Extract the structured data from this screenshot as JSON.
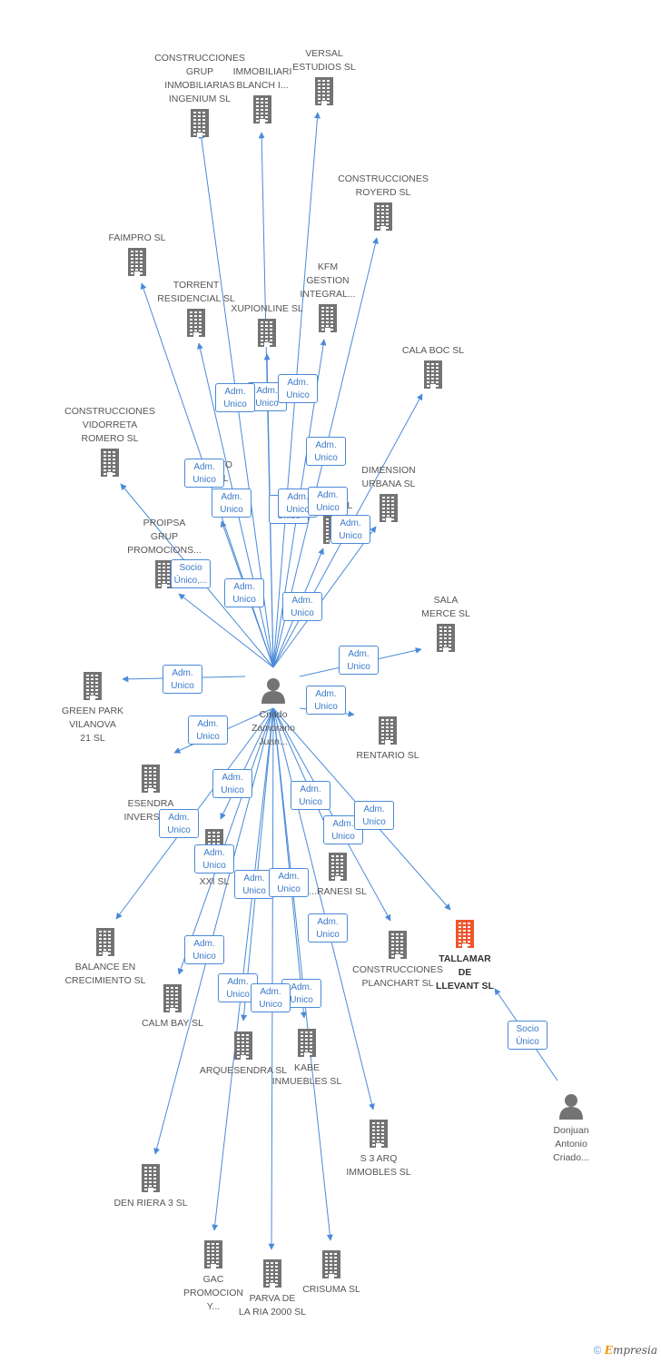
{
  "colors": {
    "edge": "#4a8ad8",
    "building": "#737373",
    "building_highlight": "#f0552c",
    "person": "#737373",
    "label": "#555555",
    "edge_label": "#3a79c9"
  },
  "footer": {
    "copyright": "©",
    "brand_first": "E",
    "brand_rest": "mpresia"
  },
  "nodes": [
    {
      "id": "center",
      "type": "person",
      "label": "Criado\nZamorano\nJuan..."
    },
    {
      "id": "donjuan",
      "type": "person",
      "label": "Donjuan\nAntonio\nCriado..."
    },
    {
      "id": "tallamar",
      "type": "company",
      "highlight": true,
      "label": "TALLAMAR\nDE\nLLEVANT SL"
    },
    {
      "id": "c_grup",
      "type": "company",
      "label": "CONSTRUCCIONES GRUP\nINMOBILIARIAS\nINGENIUM SL"
    },
    {
      "id": "immob",
      "type": "company",
      "label": "IMMOBILIARI\nBLANCH I..."
    },
    {
      "id": "versal",
      "type": "company",
      "label": "VERSAL\nESTUDIOS SL"
    },
    {
      "id": "royerd",
      "type": "company",
      "label": "CONSTRUCCIONES\nROYERD SL"
    },
    {
      "id": "faimpro",
      "type": "company",
      "label": "FAIMPRO SL"
    },
    {
      "id": "torrent",
      "type": "company",
      "label": "TORRENT\nRESIDENCIAL SL"
    },
    {
      "id": "xupion",
      "type": "company",
      "label": "XUPIONLINE SL"
    },
    {
      "id": "kfm",
      "type": "company",
      "label": "KFM\nGESTION\nINTEGRAL..."
    },
    {
      "id": "calaboc",
      "type": "company",
      "label": "CALA BOC SL"
    },
    {
      "id": "vidorreta",
      "type": "company",
      "label": "CONSTRUCCIONES\nVIDORRETA\nROMERO SL"
    },
    {
      "id": "nto",
      "type": "company",
      "label": "NTO\nSL"
    },
    {
      "id": "dimension",
      "type": "company",
      "label": "DIMENSION\nURBANA SL"
    },
    {
      "id": "da33",
      "type": "company",
      "label": "DA 33 SL"
    },
    {
      "id": "proipsa",
      "type": "company",
      "label": "PROIPSA\nGRUP\nPROMOCIONS..."
    },
    {
      "id": "sala",
      "type": "company",
      "label": "SALA\nMERCE SL"
    },
    {
      "id": "green",
      "type": "company",
      "label": "GREEN PARK\nVILANOVA\n21 SL"
    },
    {
      "id": "rentario",
      "type": "company",
      "label": "RENTARIO SL"
    },
    {
      "id": "esendra",
      "type": "company",
      "label": "ESENDRA\nINVERSIO..."
    },
    {
      "id": "pr_xxi",
      "type": "company",
      "label": "PR...\nXXI SL"
    },
    {
      "id": "ranesi",
      "type": "company",
      "label": "...RANESI SL"
    },
    {
      "id": "balance",
      "type": "company",
      "label": "BALANCE EN\nCRECIMIENTO SL"
    },
    {
      "id": "planchart",
      "type": "company",
      "label": "CONSTRUCCIONES\nPLANCHART SL"
    },
    {
      "id": "calmbay",
      "type": "company",
      "label": "CALM BAY SL"
    },
    {
      "id": "arquesendra",
      "type": "company",
      "label": "ARQUESENDRA SL"
    },
    {
      "id": "kabe",
      "type": "company",
      "label": "KABE\nINMUEBLES SL"
    },
    {
      "id": "s3arq",
      "type": "company",
      "label": "S 3 ARQ\nIMMOBLES SL"
    },
    {
      "id": "denriera",
      "type": "company",
      "label": "DEN RIERA 3 SL"
    },
    {
      "id": "gac",
      "type": "company",
      "label": "GAC\nPROMOCION\nY..."
    },
    {
      "id": "parva",
      "type": "company",
      "label": "PARVA DE\nLA RIA 2000 SL"
    },
    {
      "id": "crisuma",
      "type": "company",
      "label": "CRISUMA SL"
    }
  ],
  "edges": [
    {
      "from": "center",
      "to": "c_grup",
      "label": ""
    },
    {
      "from": "center",
      "to": "immob",
      "label": "Adm.\nUnico"
    },
    {
      "from": "center",
      "to": "versal",
      "label": "Adm.\nUnico"
    },
    {
      "from": "center",
      "to": "royerd",
      "label": "Adm.\nUnico"
    },
    {
      "from": "center",
      "to": "faimpro",
      "label": "Adm.\nUnico"
    },
    {
      "from": "center",
      "to": "torrent",
      "label": "Adm.\nUnico"
    },
    {
      "from": "center",
      "to": "xupion",
      "label": "Adm.\nUnico"
    },
    {
      "from": "center",
      "to": "kfm",
      "label": "Adm.\nUnico"
    },
    {
      "from": "center",
      "to": "calaboc",
      "label": "Adm.\nUnico"
    },
    {
      "from": "center",
      "to": "vidorreta",
      "label": "Adm.\nUnico"
    },
    {
      "from": "center",
      "to": "nto",
      "label": "Adm.\nUnico"
    },
    {
      "from": "center",
      "to": "dimension",
      "label": "Adm.\nUnico"
    },
    {
      "from": "center",
      "to": "da33",
      "label": "Adm.\nUnico"
    },
    {
      "from": "center",
      "to": "proipsa",
      "label": "Socio\nÚnico,..."
    },
    {
      "from": "center",
      "to": "sala",
      "label": "Adm.\nUnico"
    },
    {
      "from": "center",
      "to": "green",
      "label": "Adm.\nUnico"
    },
    {
      "from": "center",
      "to": "rentario",
      "label": "Adm.\nUnico"
    },
    {
      "from": "center",
      "to": "esendra",
      "label": "Adm.\nUnico"
    },
    {
      "from": "center",
      "to": "pr_xxi",
      "label": "Adm.\nUnico"
    },
    {
      "from": "center",
      "to": "ranesi",
      "label": "Adm.\nUnico"
    },
    {
      "from": "center",
      "to": "balance",
      "label": "Adm.\nUnico"
    },
    {
      "from": "center",
      "to": "tallamar",
      "label": "Adm.\nUnico"
    },
    {
      "from": "center",
      "to": "planchart",
      "label": "Adm.\nUnico"
    },
    {
      "from": "center",
      "to": "calmbay",
      "label": "Adm.\nUnico"
    },
    {
      "from": "center",
      "to": "arquesendra",
      "label": "Adm.\nUnico"
    },
    {
      "from": "center",
      "to": "kabe",
      "label": "Adm.\nUnico"
    },
    {
      "from": "center",
      "to": "s3arq",
      "label": "Adm.\nUnico"
    },
    {
      "from": "center",
      "to": "denriera",
      "label": "Adm.\nUnico"
    },
    {
      "from": "center",
      "to": "gac",
      "label": "Adm.\nUnico"
    },
    {
      "from": "center",
      "to": "parva",
      "label": "Adm.\nUnico"
    },
    {
      "from": "center",
      "to": "crisuma",
      "label": "Adm.\nUnico"
    },
    {
      "from": "donjuan",
      "to": "tallamar",
      "label": "Socio\nÚnico"
    }
  ]
}
